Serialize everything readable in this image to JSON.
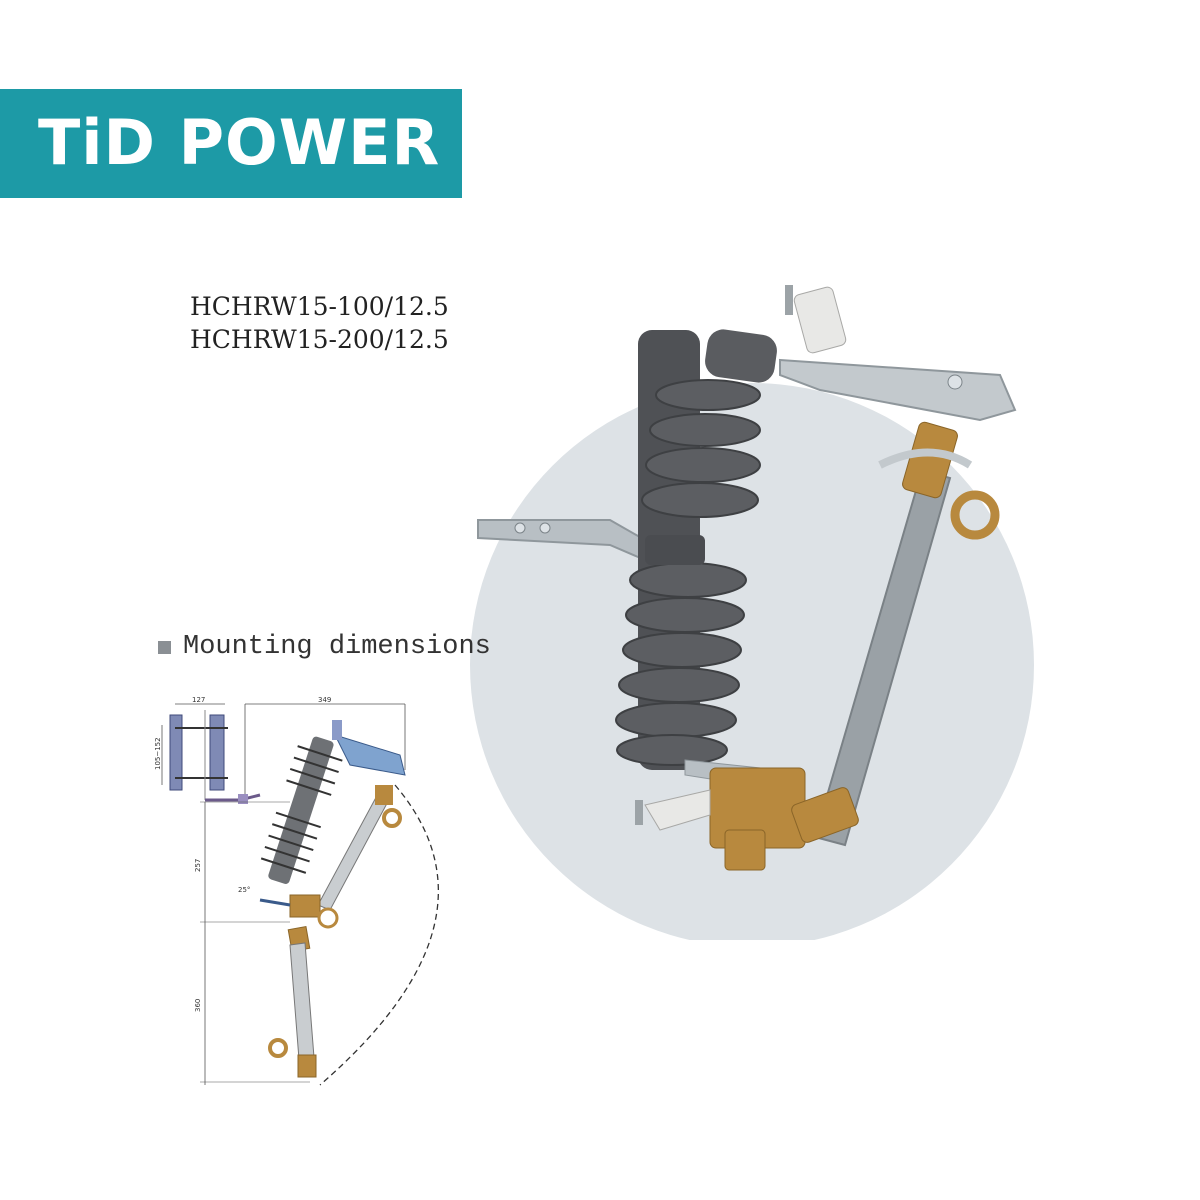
{
  "brand": {
    "name": "TiD POWER",
    "banner_color": "#1d9aa6",
    "text_color": "#ffffff"
  },
  "models": [
    "HCHRW15-100/12.5",
    "HCHRW15-200/12.5"
  ],
  "section": {
    "heading": "Mounting dimensions",
    "bullet_color": "#8a8f94"
  },
  "drawing": {
    "dimensions": {
      "top_left": "127",
      "top_span": "349",
      "bracket_range": "105~152",
      "upper_height": "257",
      "lower_height": "360",
      "angle": "25°"
    }
  },
  "photo": {
    "backdrop_color": "#dde2e6",
    "insulator_color": "#55575b",
    "fuse_tube_color": "#9aa1a6",
    "brass_color": "#b8893e"
  }
}
